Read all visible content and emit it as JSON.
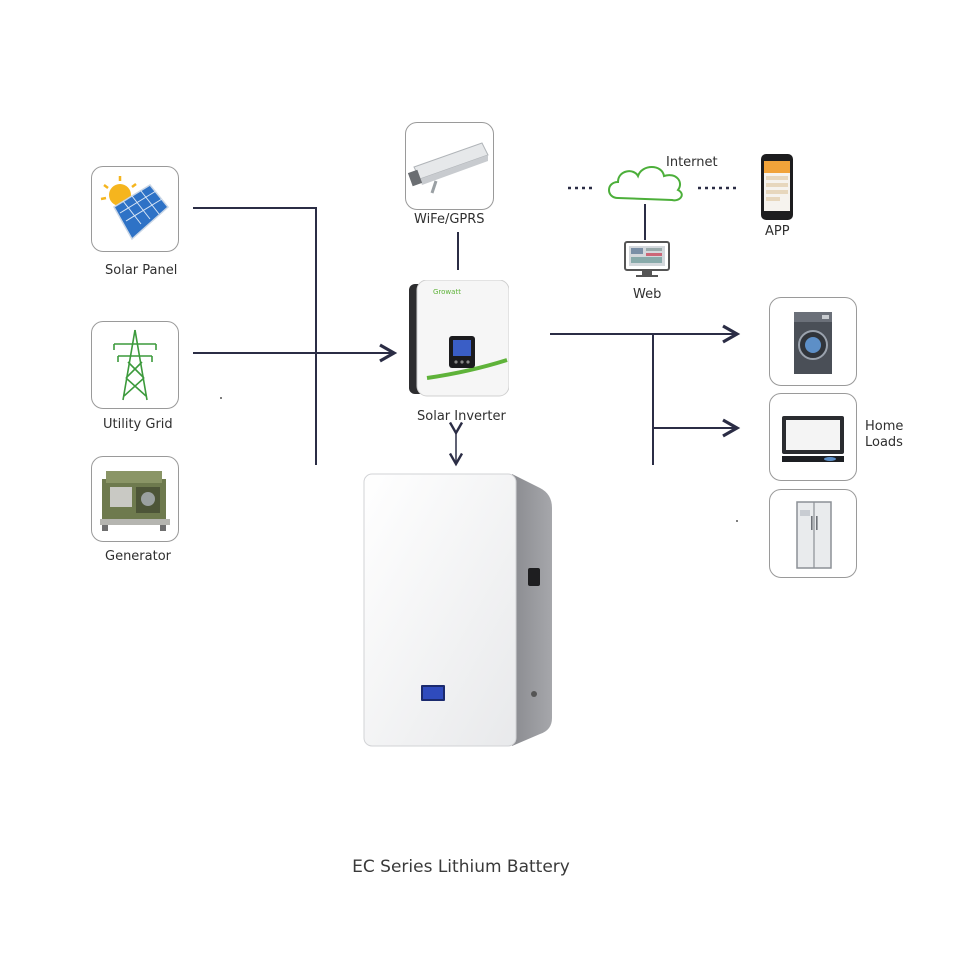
{
  "sources": {
    "solar_panel": "Solar Panel",
    "utility_grid": "Utility Grid",
    "generator": "Generator"
  },
  "comms": {
    "wifi": "WiFe/GPRS",
    "internet": "Internet",
    "web": "Web",
    "app": "APP"
  },
  "inverter": {
    "label": "Solar Inverter",
    "brand": "Growatt"
  },
  "loads": {
    "label_line1": "Home",
    "label_line2": "Loads"
  },
  "battery": {
    "caption": "EC Series Lithium Battery"
  },
  "colors": {
    "line": "#2b2d45",
    "card_border": "#9a9a9a",
    "inverter_green": "#5fb33a"
  }
}
